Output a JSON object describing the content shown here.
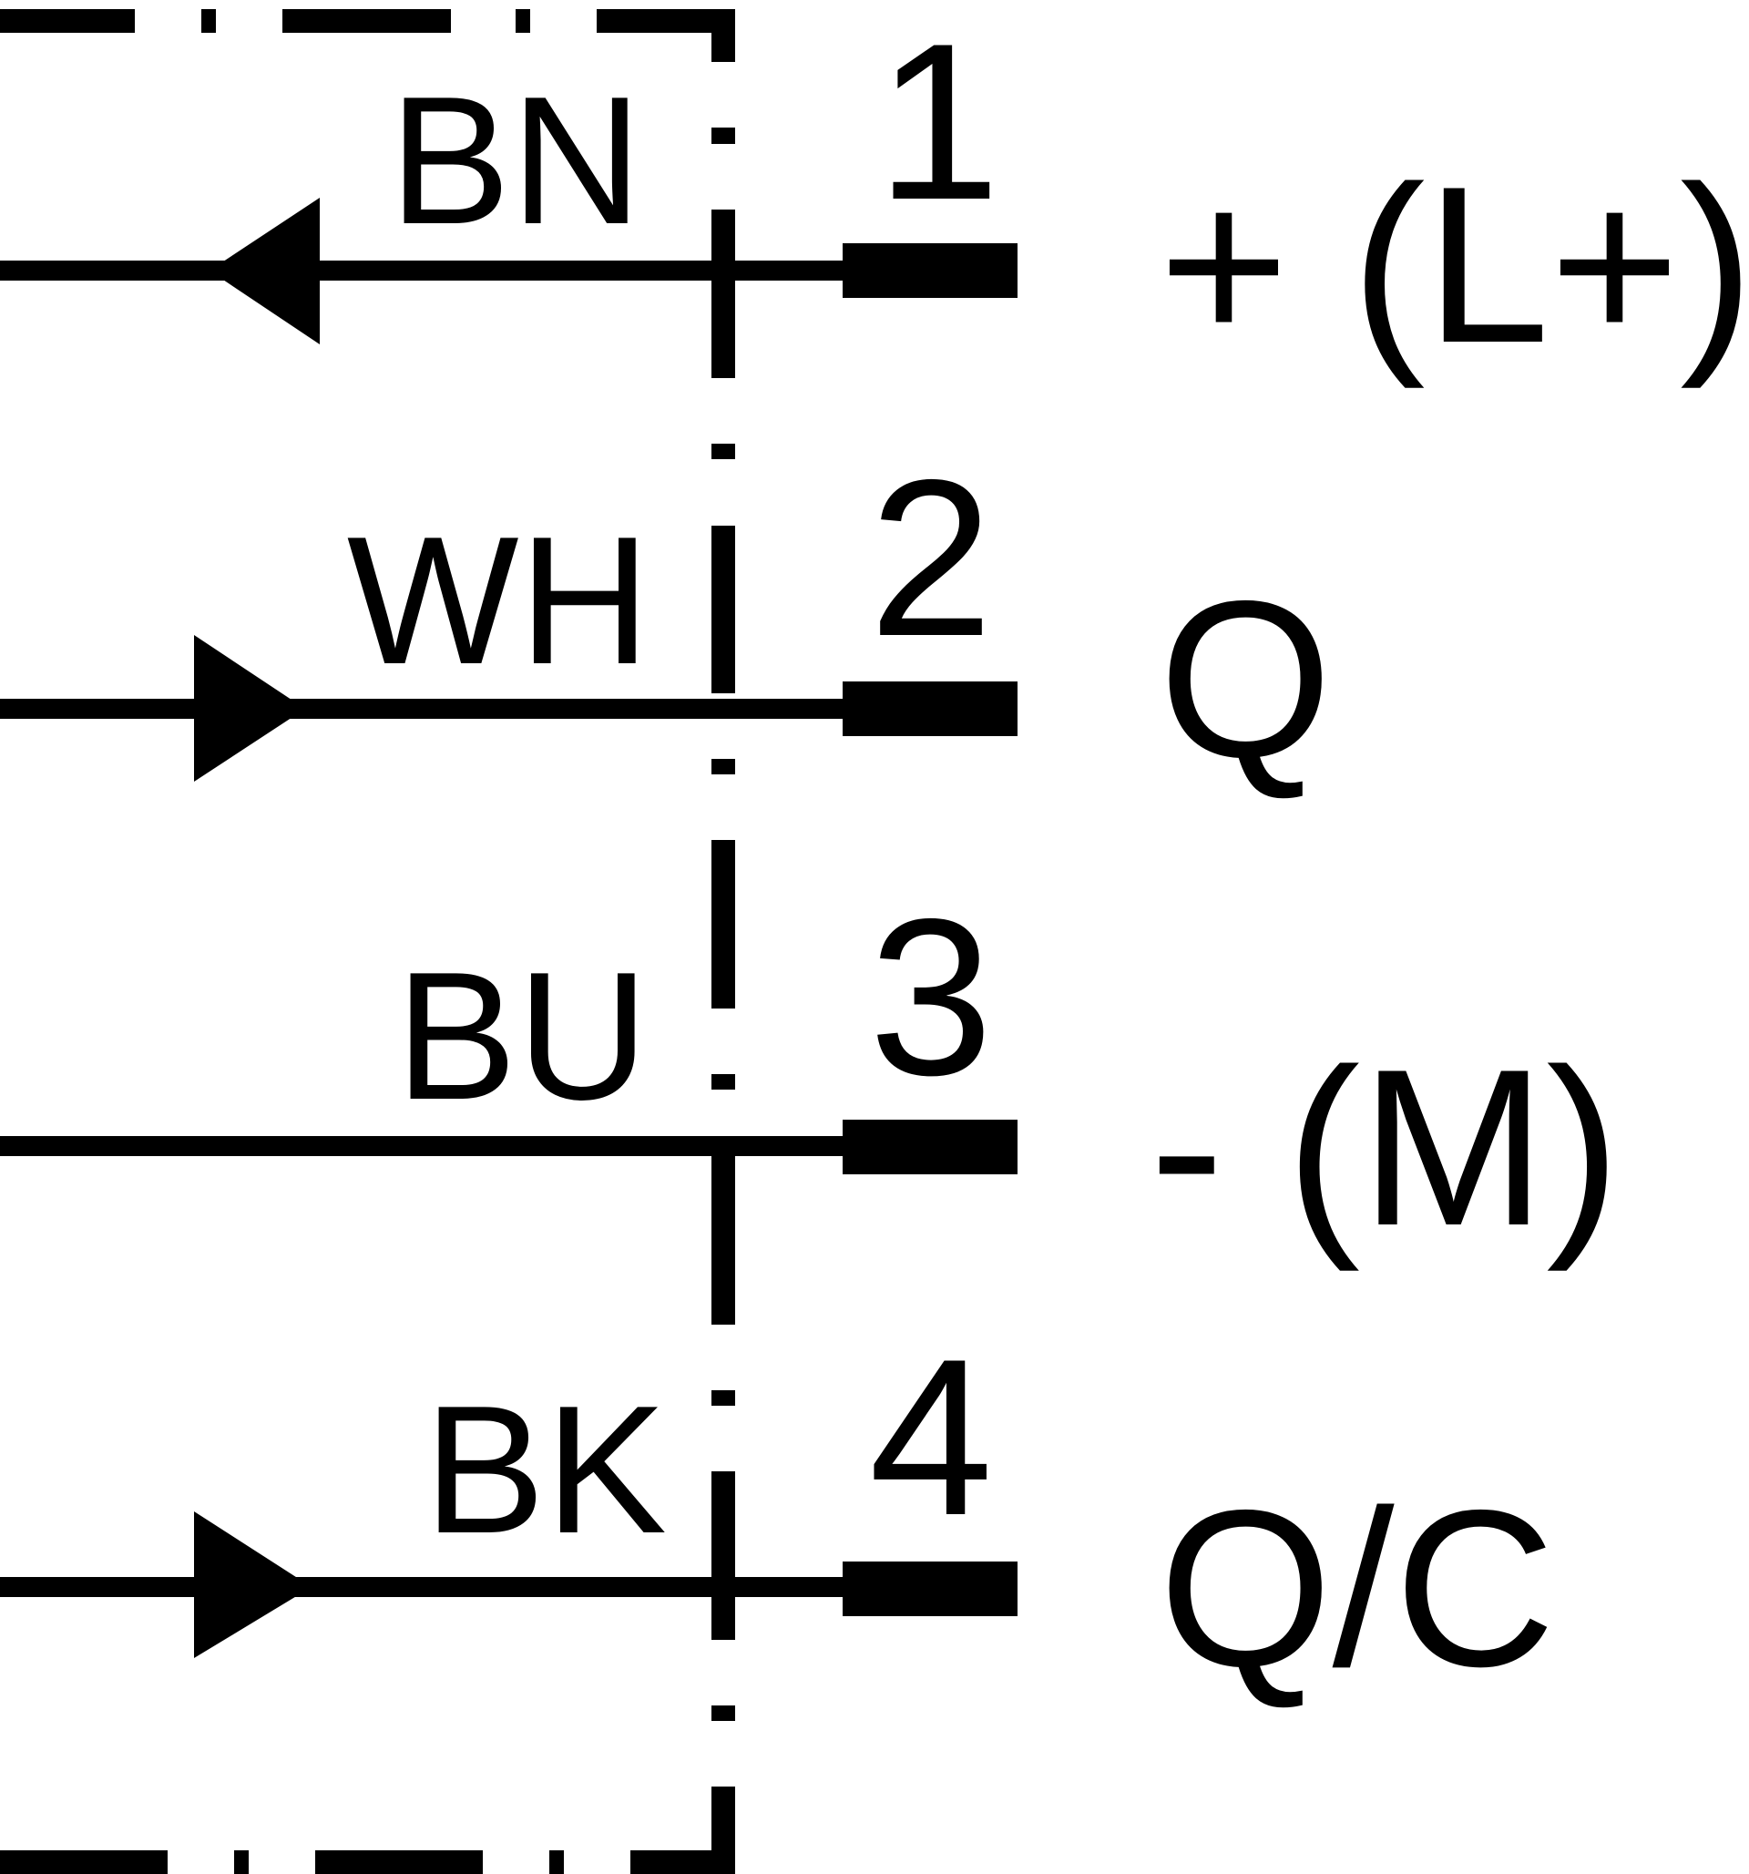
{
  "connections": [
    {
      "pin": "1",
      "wire_color": "BN",
      "signal": "+ (L+)",
      "arrow": "input"
    },
    {
      "pin": "2",
      "wire_color": "WH",
      "signal": "Q",
      "arrow": "output"
    },
    {
      "pin": "3",
      "wire_color": "BU",
      "signal": "- (M)",
      "arrow": "none"
    },
    {
      "pin": "4",
      "wire_color": "BK",
      "signal": "Q/C",
      "arrow": "output"
    }
  ],
  "colors": {
    "line": "#000000",
    "background": "#ffffff"
  }
}
